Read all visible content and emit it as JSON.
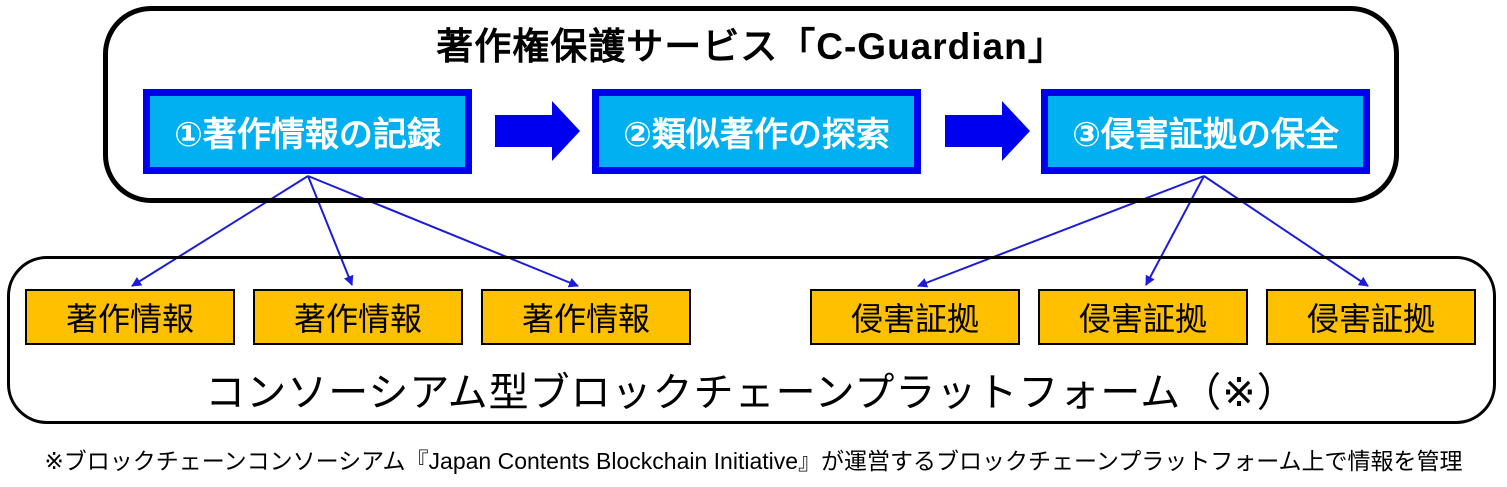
{
  "header": {
    "title": "著作権保護サービス「C-Guardian」"
  },
  "flow": {
    "steps": [
      {
        "label": "①著作情報の記録"
      },
      {
        "label": "②類似著作の探索"
      },
      {
        "label": "③侵害証拠の保全"
      }
    ]
  },
  "platform": {
    "label": "コンソーシアム型ブロックチェーンプラットフォーム（※）",
    "nodes": [
      {
        "label": "著作情報"
      },
      {
        "label": "著作情報"
      },
      {
        "label": "著作情報"
      },
      {
        "label": "侵害証拠"
      },
      {
        "label": "侵害証拠"
      },
      {
        "label": "侵害証拠"
      }
    ]
  },
  "footnote": "※ブロックチェーンコンソーシアム『Japan Contents Blockchain Initiative』が運営するブロックチェーンプラットフォーム上で情報を管理",
  "colors": {
    "step_fill": "#00B0F0",
    "step_border": "#0000F0",
    "block_arrow": "#0000F0",
    "connector": "#1C1CD8",
    "node_fill": "#FFC000",
    "node_border": "#000000",
    "frame_border": "#000000",
    "step_text": "#FFFFFF",
    "text": "#000000",
    "background": "#FFFFFF"
  },
  "icons": {
    "block_arrow_right": "right-block-arrow",
    "connector_arrow": "thin-arrowhead"
  }
}
